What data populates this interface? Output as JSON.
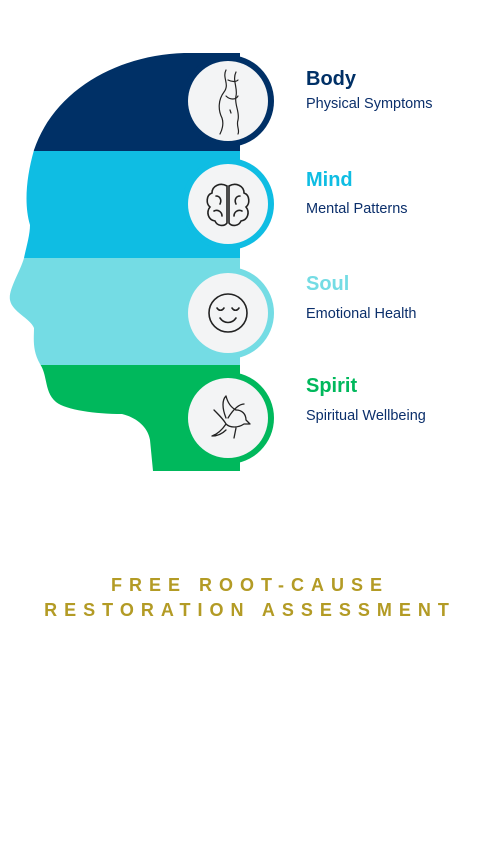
{
  "colors": {
    "body": "#003066",
    "mind": "#0fbde3",
    "soul": "#74dce4",
    "spirit": "#00b85c",
    "circle_fill": "#f3f4f5",
    "subtitle_text": "#0b2f6b",
    "cta_text": "#b39b25"
  },
  "layers": [
    {
      "key": "body",
      "title": "Body",
      "subtitle": "Physical Symptoms",
      "icon": "torso-icon"
    },
    {
      "key": "mind",
      "title": "Mind",
      "subtitle": "Mental Patterns",
      "icon": "brain-icon"
    },
    {
      "key": "soul",
      "title": "Soul",
      "subtitle": "Emotional Health",
      "icon": "smiley-face-icon"
    },
    {
      "key": "spirit",
      "title": "Spirit",
      "subtitle": "Spiritual Wellbeing",
      "icon": "dove-icon"
    }
  ],
  "cta": {
    "line1": "FREE ROOT-CAUSE",
    "line2": "RESTORATION ASSESSMENT"
  }
}
